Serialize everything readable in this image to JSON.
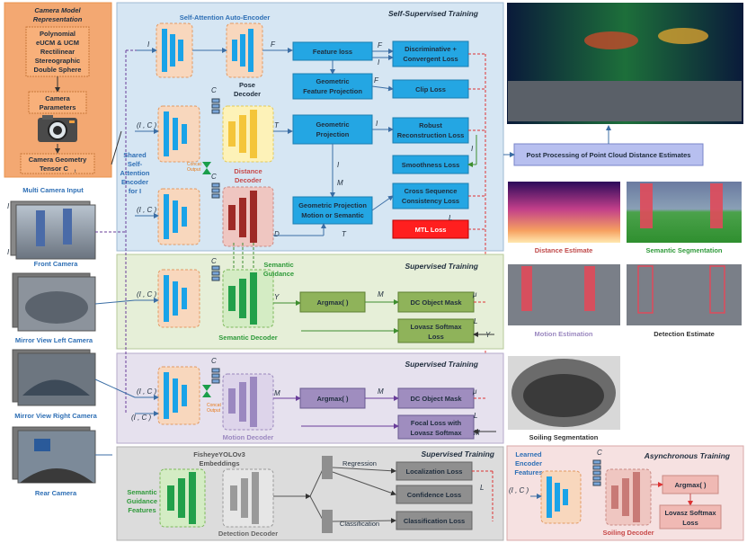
{
  "sections": {
    "self_supervised": "Self-Supervised Training",
    "supervised_semantic": "Supervised Training",
    "supervised_motion": "Supervised Training",
    "supervised_detection": "Supervised Training",
    "asynchronous": "Asynchronous Training"
  },
  "camera_model": {
    "title_line1": "Camera Model",
    "title_line2": "Representation",
    "models": [
      "Polynomial",
      "eUCM & UCM",
      "Rectilinear",
      "Stereographic",
      "Double Sphere"
    ],
    "params_line1": "Camera",
    "params_line2": "Parameters",
    "tensor_line1": "Camera Geometry",
    "tensor_line2": "Tensor C",
    "tensor_sub": "t"
  },
  "multi_camera": {
    "title": "Multi Camera Input",
    "front": "Front Camera",
    "mirror_left": "Mirror View Left Camera",
    "mirror_right": "Mirror View Right Camera",
    "rear": "Rear Camera"
  },
  "self_sup": {
    "sa_autoencoder": "Self-Attention Auto-Encoder",
    "pose_decoder_1": "Pose",
    "pose_decoder_2": "Decoder",
    "shared_encoder": [
      "Shared",
      "Self-",
      "Attention",
      "Encoder",
      "for I"
    ],
    "concat_output_1": "Concat",
    "concat_output_2": "Output",
    "distance_decoder_1": "Distance",
    "distance_decoder_2": "Decoder",
    "feature_loss": "Feature loss",
    "geo_feature_proj_1": "Geometric",
    "geo_feature_proj_2": "Feature Projection",
    "geo_proj_1": "Geometric",
    "geo_proj_2": "Projection",
    "geo_proj_motion_1": "Geometric Projection",
    "geo_proj_motion_2": "Motion or Semantic",
    "disc_loss_1": "Discriminative +",
    "disc_loss_2": "Convergent Loss",
    "clip_loss": "Clip Loss",
    "robust_loss_1": "Robust",
    "robust_loss_2": "Reconstruction Loss",
    "smooth_loss": "Smoothness Loss",
    "cross_seq_1": "Cross Sequence",
    "cross_seq_2": "Consistency Loss",
    "mtl_loss": "MTL Loss"
  },
  "semantic": {
    "guidance_1": "Semantic",
    "guidance_2": "Guidance",
    "decoder": "Semantic Decoder",
    "argmax": "Argmax( )",
    "dc_mask": "DC Object Mask",
    "lovasz_1": "Lovasz Softmax",
    "lovasz_2": "Loss"
  },
  "motion": {
    "decoder": "Motion Decoder",
    "argmax": "Argmax( )",
    "dc_mask": "DC Object Mask",
    "focal_1": "Focal Loss with",
    "focal_2": "Lovasz Softmax",
    "concat_1": "Concat",
    "concat_2": "Output"
  },
  "detection": {
    "embeddings_1": "FisheyeYOLOv3",
    "embeddings_2": "Embeddings",
    "guidance_feats": [
      "Semantic",
      "Guidance",
      "Features"
    ],
    "decoder": "Detection Decoder",
    "regression": "Regression",
    "classification": "Classification",
    "loc_loss": "Localization Loss",
    "conf_loss": "Confidence Loss",
    "class_loss": "Classification Loss"
  },
  "async": {
    "learned": [
      "Learned",
      "Encoder",
      "Features"
    ],
    "soiling_decoder": "Soiling Decoder",
    "argmax": "Argmax( )",
    "lovasz_1": "Lovasz Softmax",
    "lovasz_2": "Loss"
  },
  "outputs": {
    "post_processing": "Post Processing of Point Cloud Distance Estimates",
    "distance": "Distance Estimate",
    "semantic": "Semantic Segmentation",
    "motion": "Motion Estimation",
    "detection": "Detection Estimate",
    "soiling": "Soiling Segmentation"
  },
  "math": {
    "It": "I",
    "Ct": "C",
    "Ft": "F",
    "It_ct": "(I , C )",
    "Tt": "T",
    "Dt": "D",
    "Mt": "M",
    "Yt": "Y",
    "mu": "μ",
    "Ldist": "L",
    "Lsem": "L",
    "Lmot": "L",
    "Ldet": "L"
  },
  "colors": {
    "self_bg": "#d6e6f3",
    "sem_bg": "#e6efd8",
    "mot_bg": "#e6e1ee",
    "det_bg": "#dcdcdc",
    "async_bg": "#f6e1e1",
    "cam_bg": "#f3a872",
    "blue_box": "#24a6e3",
    "green_box": "#8fb35a",
    "purple_box": "#9f8dbf",
    "gray_box": "#8f8f8f",
    "red_box": "#ff1f1f"
  }
}
